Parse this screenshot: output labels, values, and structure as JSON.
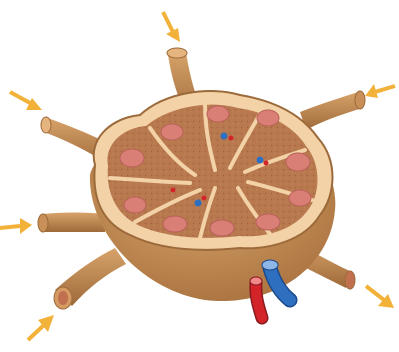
{
  "figure": {
    "subject": "lymph-node-cross-section",
    "colors": {
      "background": "#ffffff",
      "capsule": "#c9915a",
      "capsule_dark": "#9c6a3a",
      "cortex": "#b5784e",
      "sinus": "#f2d2a6",
      "follicle": "#d97f76",
      "arrow": "#f2b23a",
      "artery": "#d3242a",
      "vein": "#2f6fc0"
    },
    "arrows": {
      "afferent_count": 5,
      "efferent_count": 1
    }
  }
}
